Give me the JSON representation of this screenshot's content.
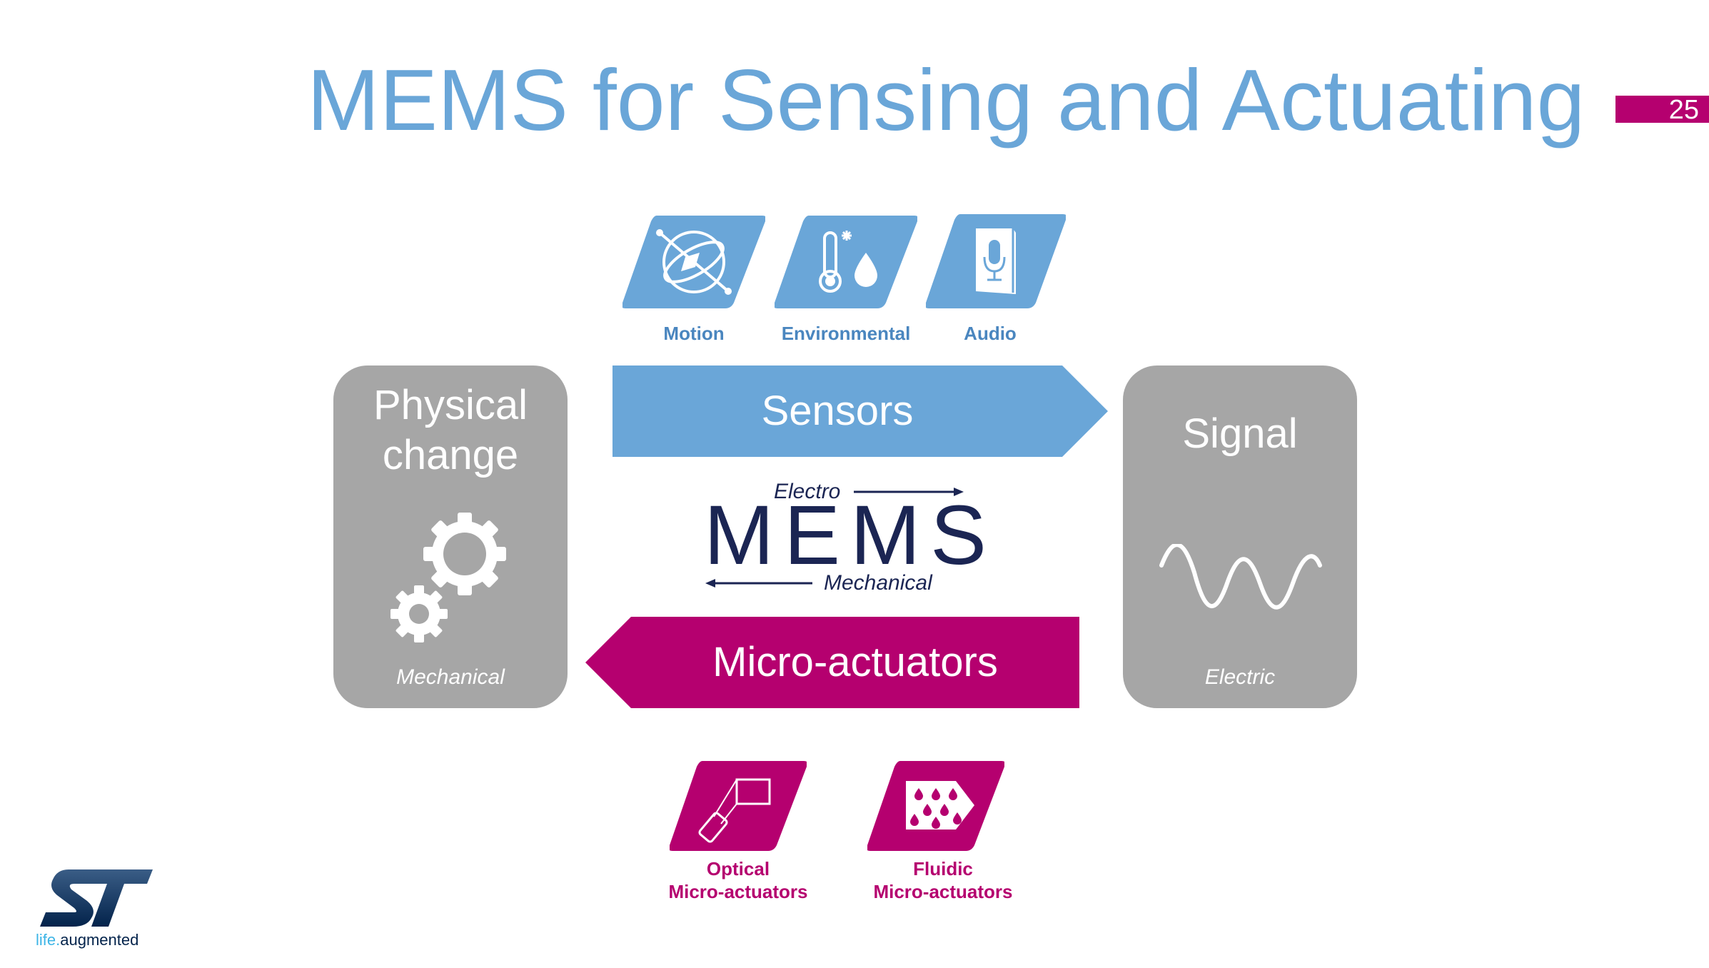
{
  "slide": {
    "title": "MEMS for Sensing and Actuating",
    "page_number": "25"
  },
  "sensor_types": [
    {
      "label": "Motion",
      "icon": "motion-icon"
    },
    {
      "label": "Environmental",
      "icon": "thermometer-droplet-icon"
    },
    {
      "label": "Audio",
      "icon": "microphone-icon"
    }
  ],
  "left_box": {
    "title_line1": "Physical",
    "title_line2": "change",
    "subtitle": "Mechanical",
    "icon": "gears-icon"
  },
  "right_box": {
    "title": "Signal",
    "subtitle": "Electric",
    "icon": "sine-wave-icon"
  },
  "sensors_arrow": {
    "label": "Sensors",
    "color": "#6aa6d8"
  },
  "actuators_arrow": {
    "label": "Micro-actuators",
    "color": "#b5006f"
  },
  "mems": {
    "word": "MEMS",
    "top_label": "Electro",
    "bottom_label": "Mechanical"
  },
  "actuator_types": [
    {
      "line1": "Optical",
      "line2": "Micro-actuators",
      "icon": "projector-phone-icon"
    },
    {
      "line1": "Fluidic",
      "line2": "Micro-actuators",
      "icon": "droplets-icon"
    }
  ],
  "logo": {
    "text": "ST",
    "tagline_part1": "life",
    "tagline_dot": ".",
    "tagline_part2": "augmented",
    "colors": {
      "brand_blue": "#03234b",
      "light_blue": "#3cb4e6"
    }
  }
}
